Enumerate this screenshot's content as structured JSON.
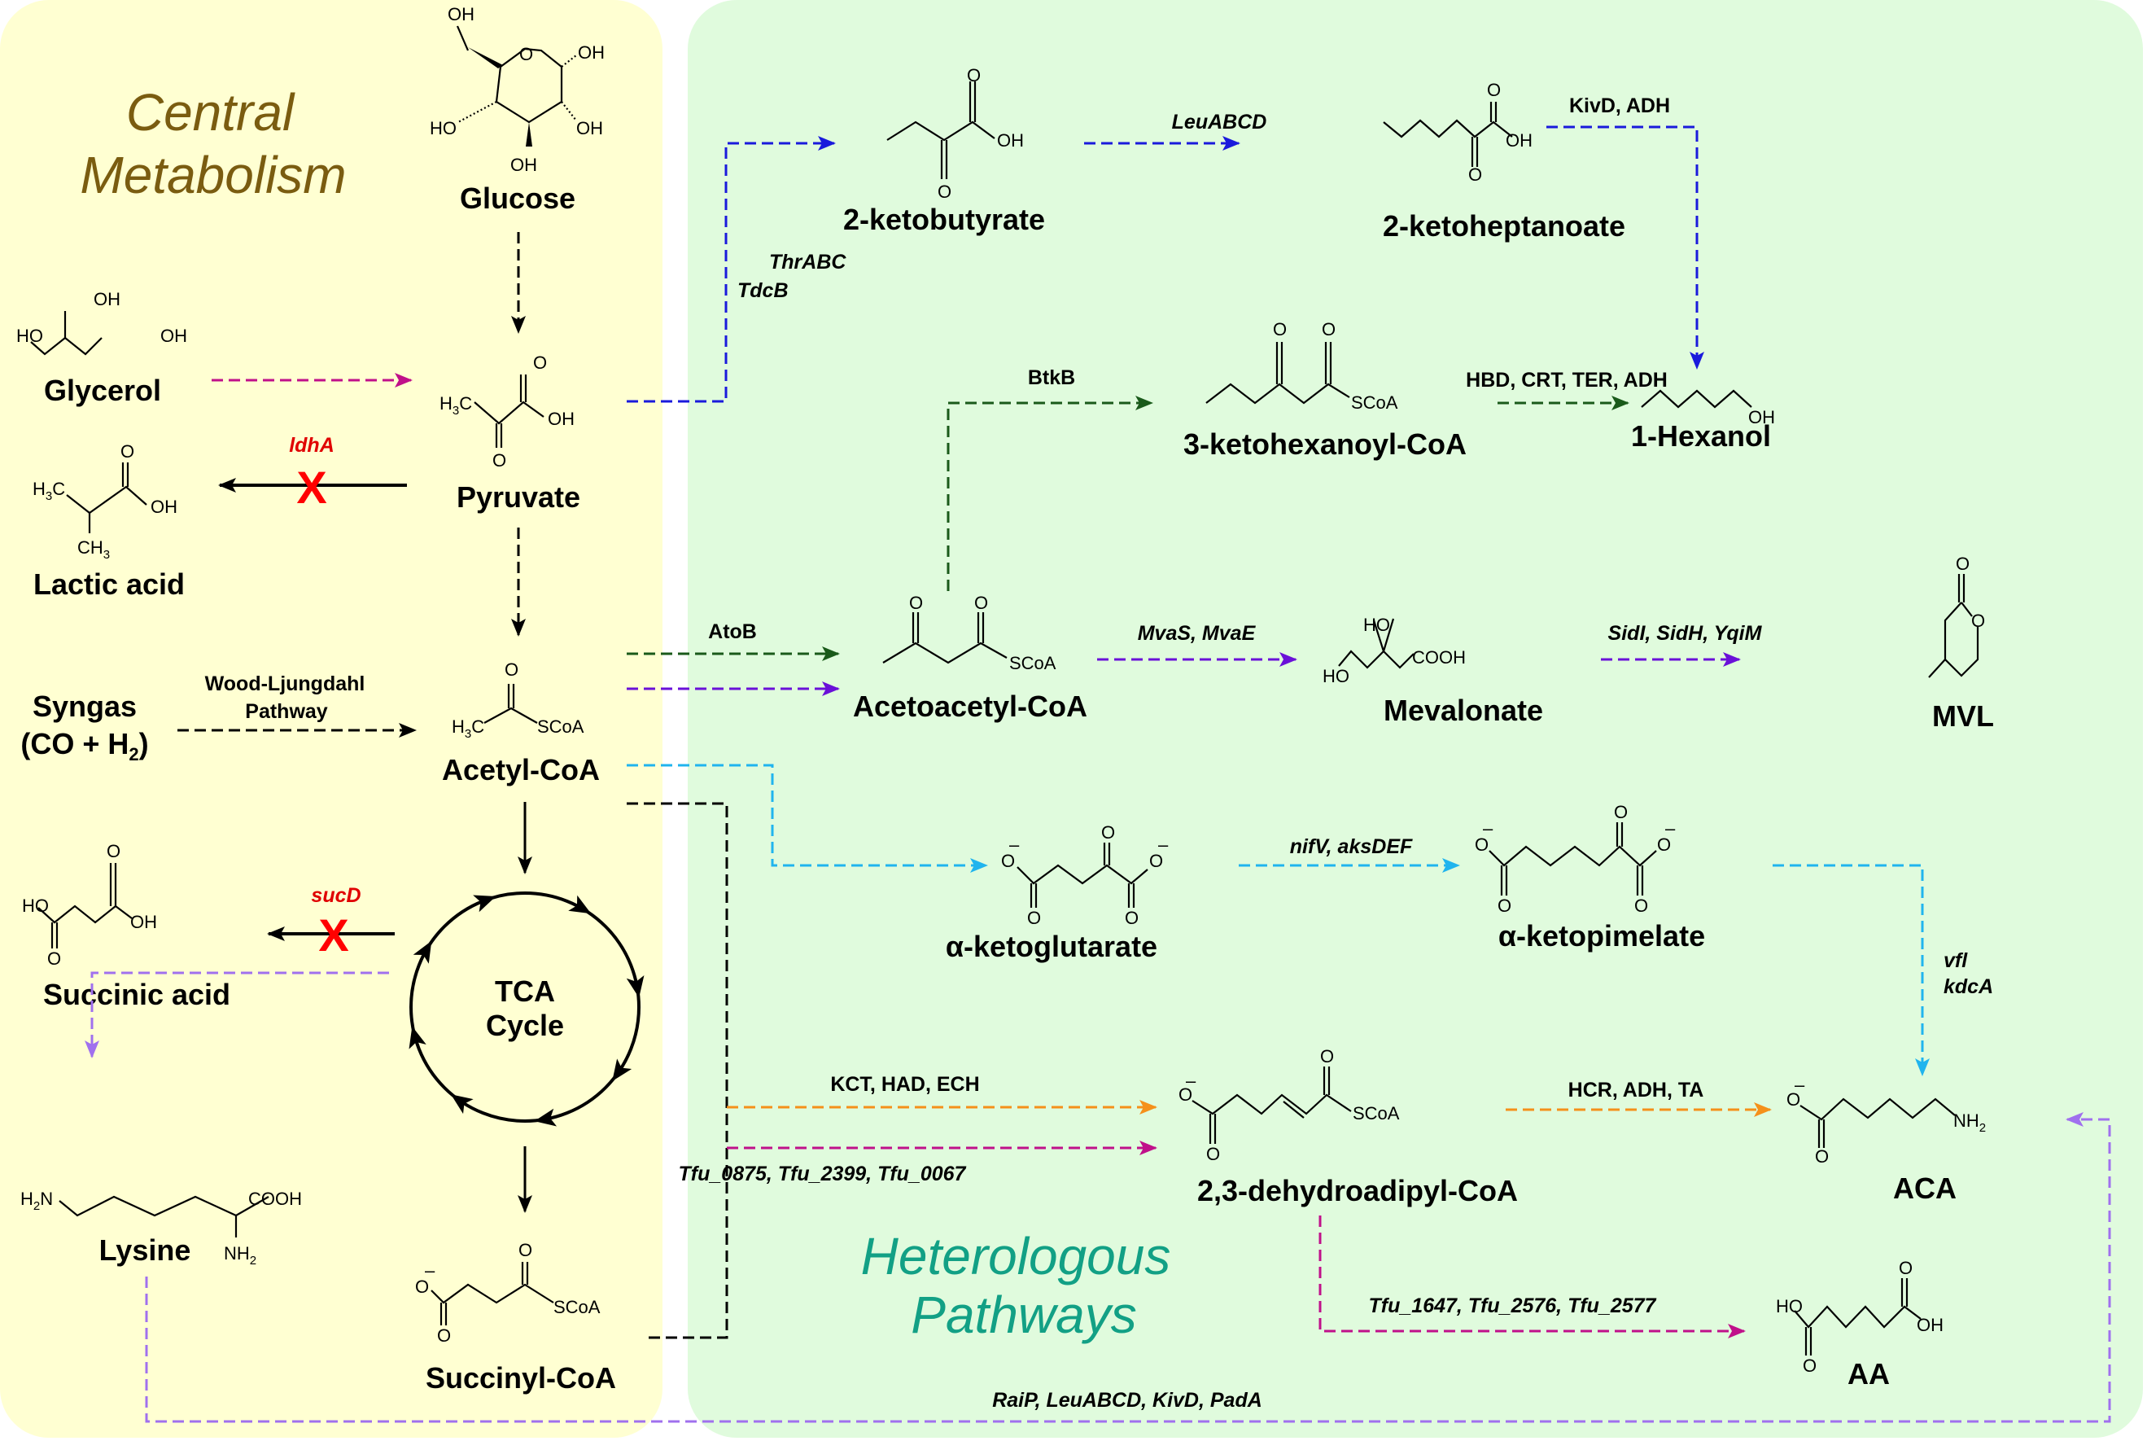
{
  "panels": {
    "central": {
      "title_line1": "Central",
      "title_line2": "Metabolism",
      "title_color": "#7a5c10",
      "bg": "#ffffd2"
    },
    "heterologous": {
      "title_line1": "Heterologous",
      "title_line2": "Pathways",
      "title_color": "#12a085",
      "bg": "#e0fbdd"
    }
  },
  "molecules": {
    "glucose": "Glucose",
    "glycerol": "Glycerol",
    "pyruvate": "Pyruvate",
    "lactic_acid": "Lactic acid",
    "syngas_line1": "Syngas",
    "syngas_line2": "(CO + H",
    "syngas_sub": "2",
    "syngas_close": ")",
    "acetyl_coa": "Acetyl-CoA",
    "succinic_acid": "Succinic acid",
    "tca_line1": "TCA",
    "tca_line2": "Cycle",
    "lysine": "Lysine",
    "succinyl_coa": "Succinyl-CoA",
    "ketobutyrate": "2-ketobutyrate",
    "ketoheptanoate": "2-ketoheptanoate",
    "ketohexanoyl_coa": "3-ketohexanoyl-CoA",
    "hexanol": "1-Hexanol",
    "acetoacetyl_coa": "Acetoacetyl-CoA",
    "mevalonate": "Mevalonate",
    "mvl": "MVL",
    "ketoglutarate": "α-ketoglutarate",
    "ketopimelate": "α-ketopimelate",
    "dehydroadipyl_coa": "2,3-dehydroadipyl-CoA",
    "aca": "ACA",
    "aa": "AA"
  },
  "enzymes": {
    "ldhA": "ldhA",
    "sucD": "sucD",
    "wood_ljungdahl_line1": "Wood-Ljungdahl",
    "wood_ljungdahl_line2": "Pathway",
    "thrABC": "ThrABC",
    "tdcB": "TdcB",
    "leuABCD": "LeuABCD",
    "kivD_adh": "KivD, ADH",
    "btkB": "BtkB",
    "hbd_crt_ter_adh": "HBD, CRT, TER, ADH",
    "atoB": "AtoB",
    "mvaS_mvaE": "MvaS, MvaE",
    "sidI_sidH_yqiM": "SidI, SidH, YqiM",
    "nifV_aksDEF": "nifV, aksDEF",
    "vfl": "vfl",
    "kdcA": "kdcA",
    "kct_had_ech": "KCT, HAD, ECH",
    "hcr_adh_ta": "HCR, ADH, TA",
    "tfu_0875": "Tfu_0875, Tfu_2399, Tfu_0067",
    "tfu_1647": "Tfu_1647, Tfu_2576, Tfu_2577",
    "raiP": "RaiP, LeuABCD, KivD, PadA"
  },
  "knockout_mark": "X",
  "atoms": {
    "OH": "OH",
    "HO": "HO",
    "O": "O",
    "SCoA": "SCoA",
    "COOH": "COOH",
    "H3C": "H",
    "C": "C",
    "sub3": "3",
    "CH": "CH",
    "NH": "NH",
    "H2N": "H",
    "N": "N",
    "sub2": "2",
    "minus": "–"
  },
  "colors": {
    "blue_pathway": "#1a1adc",
    "dark_green_pathway": "#1a5a1a",
    "purple_pathway": "#6a10d8",
    "cyan_pathway": "#20b4ee",
    "orange_pathway": "#f5901a",
    "magenta_pathway": "#c0108a",
    "lavender_pathway": "#a070ee",
    "black_pathway": "#000000",
    "knockout_red": "#ff0000"
  }
}
